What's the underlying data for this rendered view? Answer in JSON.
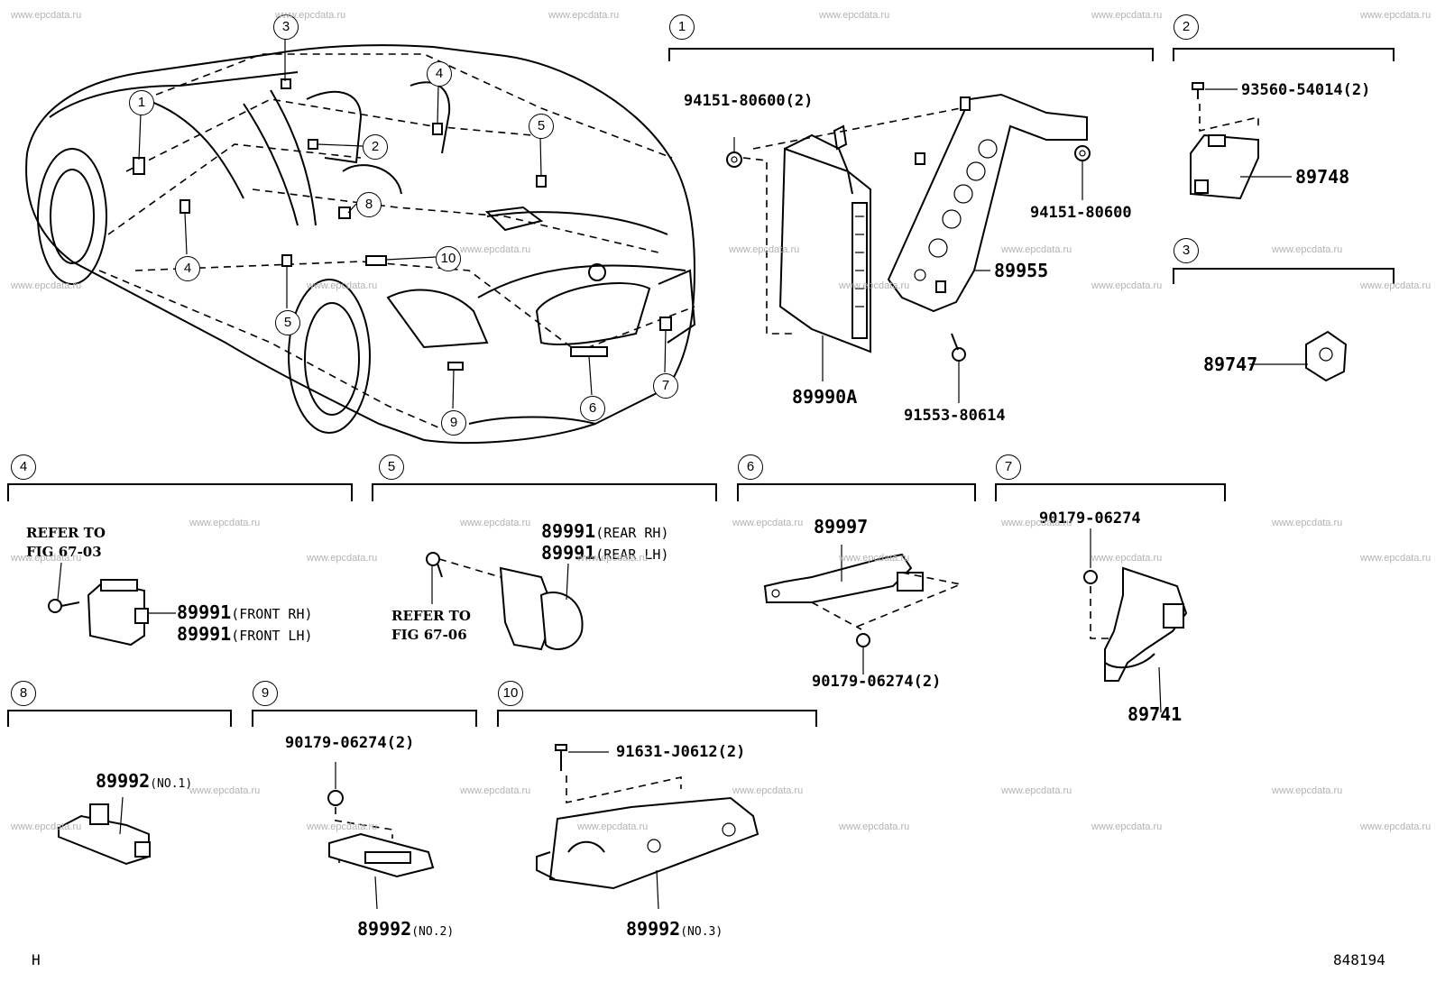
{
  "watermark": "www.epcdata.ru",
  "callouts": {
    "c1": "1",
    "c2": "2",
    "c3": "3",
    "c4": "4",
    "c5": "5",
    "c6": "6",
    "c7": "7",
    "c8": "8",
    "c9": "9",
    "c10": "10"
  },
  "sections": {
    "s1": {
      "number": "1",
      "parts": {
        "p1": "94151-80600",
        "p1q": "(2)",
        "p2": "94151-80600",
        "p3": "89955",
        "p4": "89990A",
        "p5": "91553-80614"
      }
    },
    "s2": {
      "number": "2",
      "parts": {
        "p1": "93560-54014",
        "p1q": "(2)",
        "p2": "89748"
      }
    },
    "s3": {
      "number": "3",
      "parts": {
        "p1": "89747"
      }
    },
    "s4": {
      "number": "4",
      "refer_line1": "REFER TO",
      "refer_line2": "FIG 67-03",
      "parts": {
        "p1": "89991",
        "p1s": "(FRONT RH)",
        "p2": "89991",
        "p2s": "(FRONT LH)"
      }
    },
    "s5": {
      "number": "5",
      "refer_line1": "REFER TO",
      "refer_line2": "FIG 67-06",
      "parts": {
        "p1": "89991",
        "p1s": "(REAR RH)",
        "p2": "89991",
        "p2s": "(REAR LH)"
      }
    },
    "s6": {
      "number": "6",
      "parts": {
        "p1": "89997",
        "p2": "90179-06274",
        "p2q": "(2)"
      }
    },
    "s7": {
      "number": "7",
      "parts": {
        "p1": "90179-06274",
        "p2": "89741"
      }
    },
    "s8": {
      "number": "8",
      "parts": {
        "p1": "89992",
        "p1s": "(NO.1)"
      }
    },
    "s9": {
      "number": "9",
      "parts": {
        "p1": "90179-06274",
        "p1q": "(2)",
        "p2": "89992",
        "p2s": "(NO.2)"
      }
    },
    "s10": {
      "number": "10",
      "parts": {
        "p1": "91631-J0612",
        "p1q": "(2)",
        "p2": "89992",
        "p2s": "(NO.3)"
      }
    }
  },
  "footer": {
    "left": "H",
    "right": "848194"
  }
}
